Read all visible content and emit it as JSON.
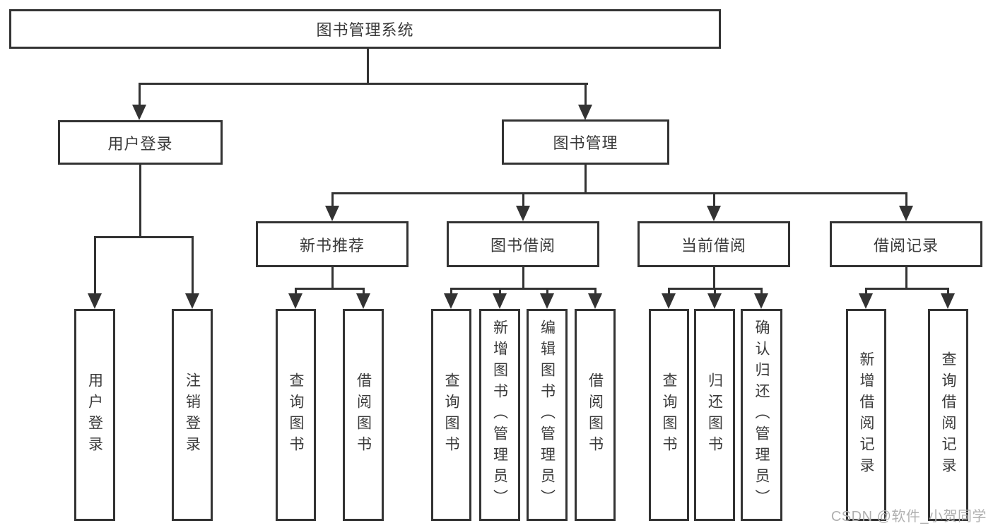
{
  "page": {
    "watermark": "CSDN @软件_小贺同学",
    "colors": {
      "line": "#333333",
      "text": "#3a3a3a",
      "background": "#ffffff",
      "watermark": "#b0b0b0"
    },
    "tree": {
      "root": {
        "label": "图书管理系统"
      },
      "branches": [
        {
          "label": "用户登录",
          "parent": "图书管理系统"
        },
        {
          "label": "图书管理",
          "parent": "图书管理系统"
        }
      ],
      "categories": [
        {
          "label": "新书推荐",
          "parent": "图书管理"
        },
        {
          "label": "图书借阅",
          "parent": "图书管理"
        },
        {
          "label": "当前借阅",
          "parent": "图书管理"
        },
        {
          "label": "借阅记录",
          "parent": "图书管理"
        }
      ],
      "leaves": [
        {
          "label": "用户登录",
          "parent": "用户登录"
        },
        {
          "label": "注销登录",
          "parent": "用户登录"
        },
        {
          "label": "查询图书",
          "parent": "新书推荐"
        },
        {
          "label": "借阅图书",
          "parent": "新书推荐"
        },
        {
          "label": "查询图书",
          "parent": "图书借阅"
        },
        {
          "label": "新增图书（管理员）",
          "parent": "图书借阅"
        },
        {
          "label": "编辑图书（管理员）",
          "parent": "图书借阅"
        },
        {
          "label": "借阅图书",
          "parent": "图书借阅"
        },
        {
          "label": "查询图书",
          "parent": "当前借阅"
        },
        {
          "label": "归还图书",
          "parent": "当前借阅"
        },
        {
          "label": "确认归还（管理员）",
          "parent": "当前借阅"
        },
        {
          "label": "新增借阅记录",
          "parent": "借阅记录"
        },
        {
          "label": "查询借阅记录",
          "parent": "借阅记录"
        }
      ]
    }
  }
}
